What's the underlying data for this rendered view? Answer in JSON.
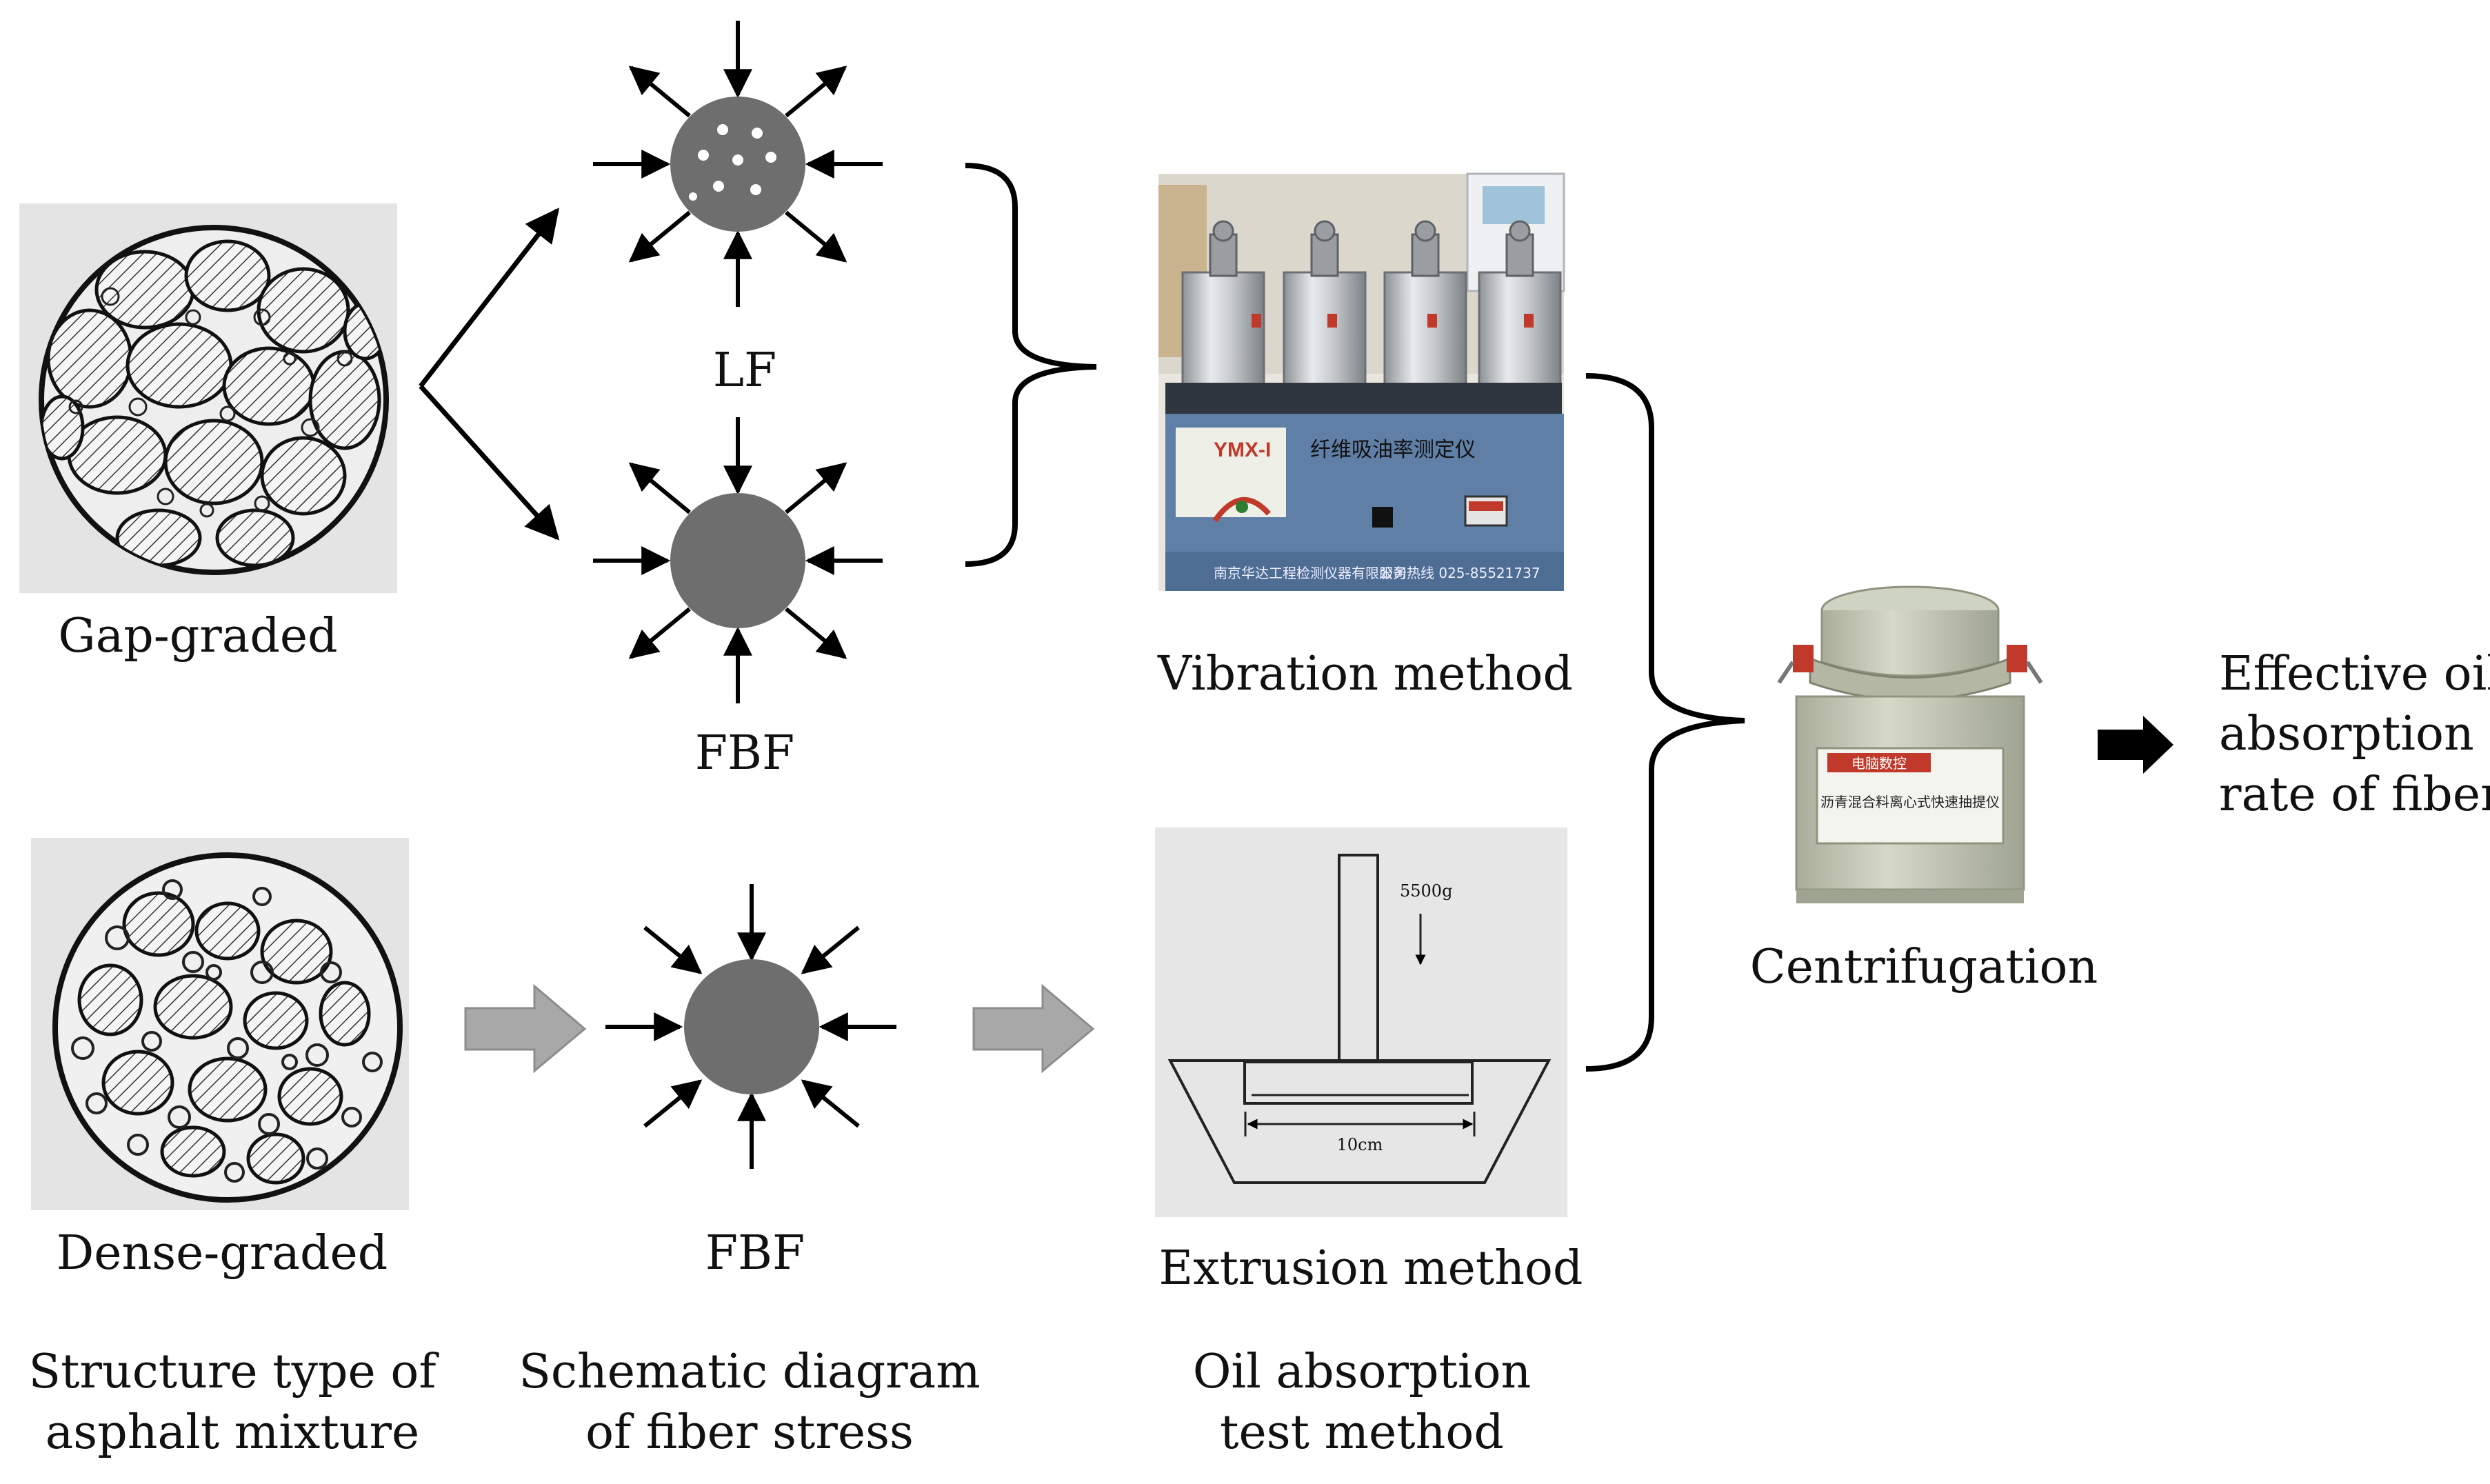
{
  "labels": {
    "gap_graded": "Gap-graded",
    "dense_graded": "Dense-graded",
    "lf": "LF",
    "fbf_top": "FBF",
    "fbf_bottom": "FBF",
    "vibration": "Vibration method",
    "extrusion": "Extrusion method",
    "centrifugation": "Centrifugation",
    "result_line1": "Effective oil",
    "result_line2": "absorption",
    "result_line3": "rate of fiber",
    "col1_line1": "Structure type of",
    "col1_line2": "asphalt mixture",
    "col2_line1": "Schematic diagram",
    "col2_line2": "of fiber stress",
    "col3_line1": "Oil absorption",
    "col3_line2": "test method",
    "weight": "5500g",
    "width_dim": "10cm",
    "machine_model": "YMX-I",
    "machine_name": "纤维吸油率测定仪",
    "machine_footer_left": "南京华达工程检测仪器有限公司",
    "machine_footer_right": "服务热线  025-85521737",
    "centrifuge_tag": "电脑数控",
    "centrifuge_name": "沥青混合料离心式快速抽提仪"
  },
  "colors": {
    "fiber_fill": "#6e6e6e",
    "steel": "#c9ccce",
    "machine_blue": "#5f7fa6",
    "centrifuge_body": "#c4c8b6",
    "photo_bg": "#e6e6e6",
    "arrow_grey": "#a8a8a8"
  }
}
